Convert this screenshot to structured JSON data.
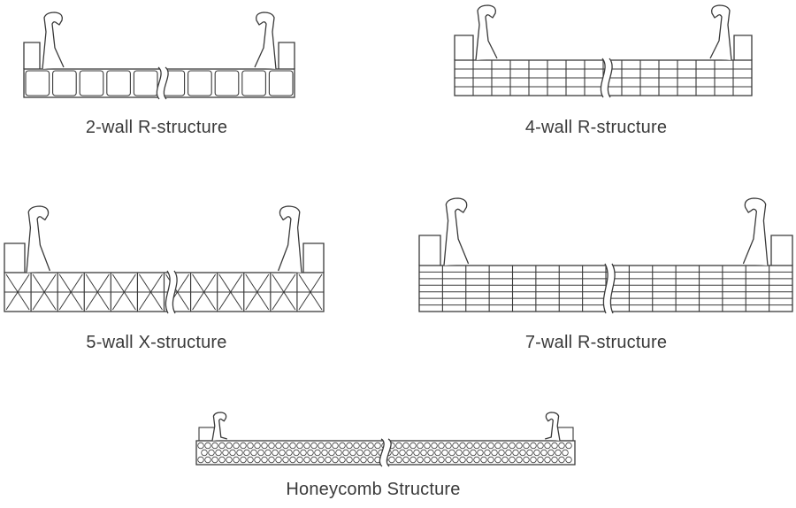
{
  "profiles": [
    {
      "id": "two-wall",
      "label": "2-wall R-structure"
    },
    {
      "id": "four-wall",
      "label": "4-wall R-structure"
    },
    {
      "id": "five-wall",
      "label": "5-wall X-structure"
    },
    {
      "id": "seven-wall",
      "label": "7-wall R-structure"
    },
    {
      "id": "honeycomb",
      "label": "Honeycomb Structure"
    }
  ],
  "colors": {
    "stroke": "#3a3a3a",
    "background": "#ffffff"
  }
}
